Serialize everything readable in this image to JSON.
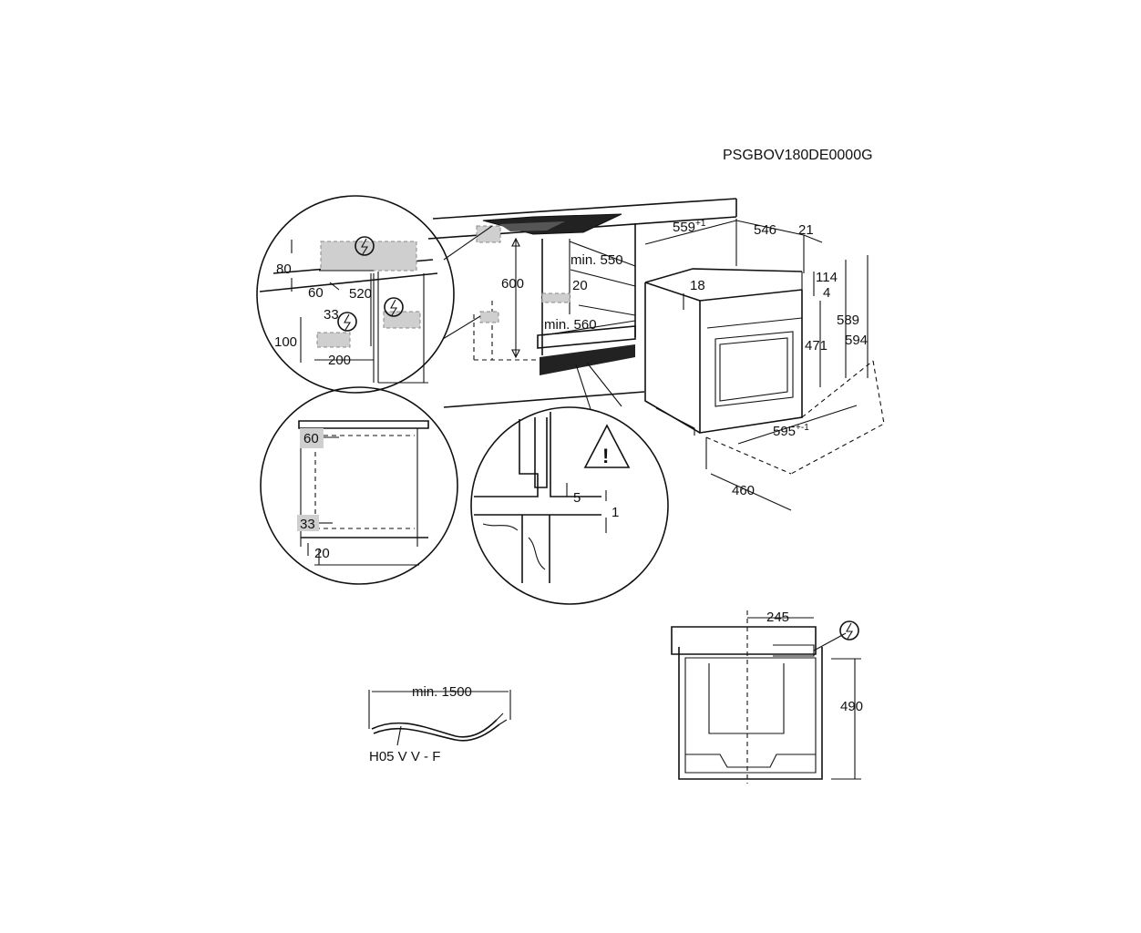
{
  "model_code": "PSGBOV180DE0000G",
  "cabinet": {
    "d600": "600",
    "min550": "min. 550",
    "d20": "20",
    "min560": "min. 560"
  },
  "circle_top_left": {
    "d80": "80",
    "d60": "60",
    "d520": "520",
    "d33": "33",
    "d100": "100",
    "d200": "200"
  },
  "circle_mid_left": {
    "d60": "60",
    "d33": "33",
    "d20": "20"
  },
  "circle_detail": {
    "d5": "5",
    "d1": "1"
  },
  "oven": {
    "d559_base": "559",
    "d559_tol": "+1",
    "d546": "546",
    "d21": "21",
    "d18": "18",
    "d114": "114",
    "d4": "4",
    "d589": "589",
    "d594": "594",
    "d471": "471",
    "d595_base": "595",
    "d595_tol": "+-1",
    "d460": "460"
  },
  "back_view": {
    "d245": "245",
    "d490": "490"
  },
  "cable": {
    "length": "min. 1500",
    "type": "H05 V V - F"
  },
  "icons": [
    "electrical-connection-icon",
    "warning-triangle-icon"
  ]
}
